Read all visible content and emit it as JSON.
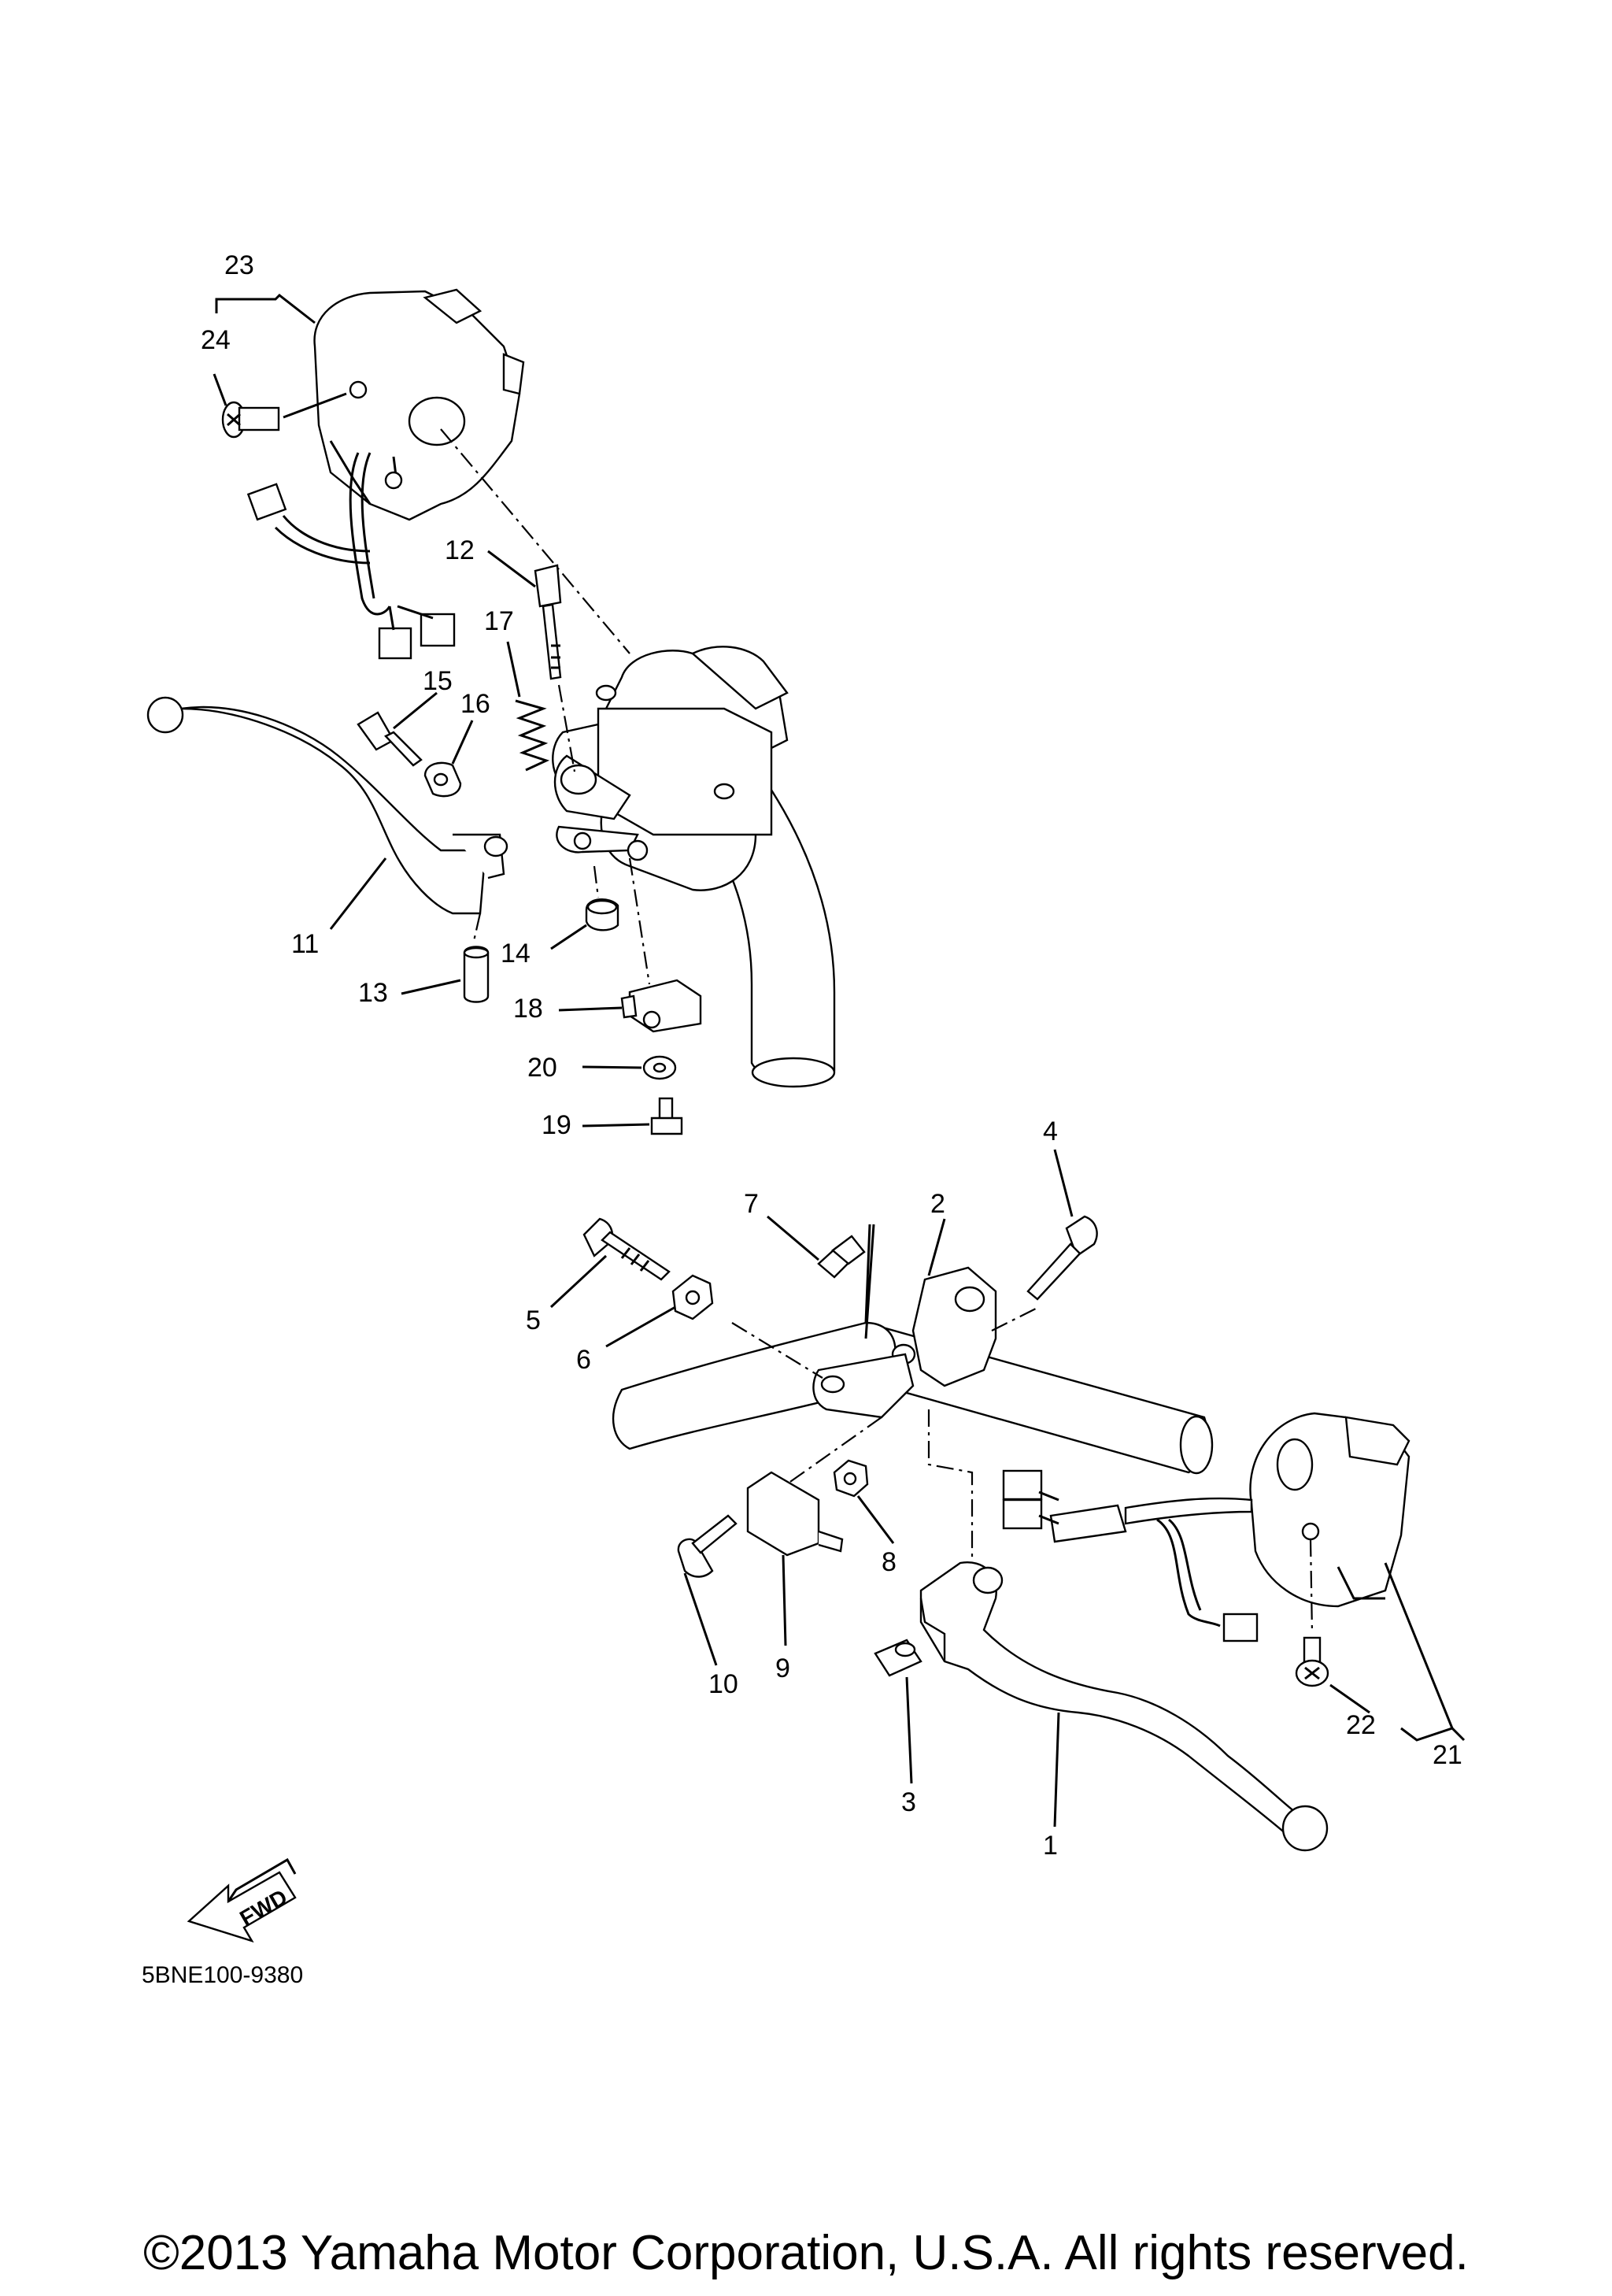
{
  "diagram": {
    "part_number_code": "5BNE100-9380",
    "fwd_label": "FWD",
    "copyright": "©2013 Yamaha Motor Corporation, U.S.A. All rights reserved.",
    "callouts": [
      "1",
      "2",
      "3",
      "4",
      "5",
      "6",
      "7",
      "8",
      "9",
      "10",
      "11",
      "12",
      "13",
      "14",
      "15",
      "16",
      "17",
      "18",
      "19",
      "20",
      "21",
      "22",
      "23",
      "24"
    ]
  }
}
